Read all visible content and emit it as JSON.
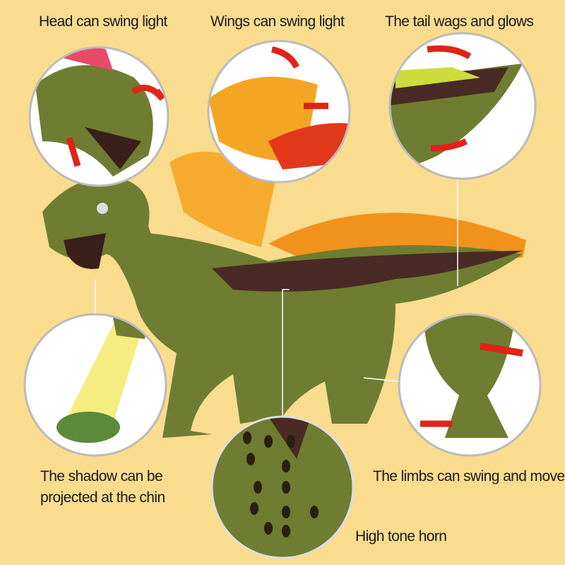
{
  "features": {
    "head": "Head can swing light",
    "wings": "Wings can swing light",
    "tail": "The tail wags and glows",
    "shadow_line1": "The shadow can be",
    "shadow_line2": "projected at the chin",
    "limbs": "The limbs can swing and move",
    "horn": "High tone horn"
  },
  "colors": {
    "background": "#f9dc8e",
    "dino_green": "#6b7a2e",
    "dino_brown": "#4a2a24",
    "wing_orange": "#f0a020",
    "arrow_red": "#e02418"
  }
}
